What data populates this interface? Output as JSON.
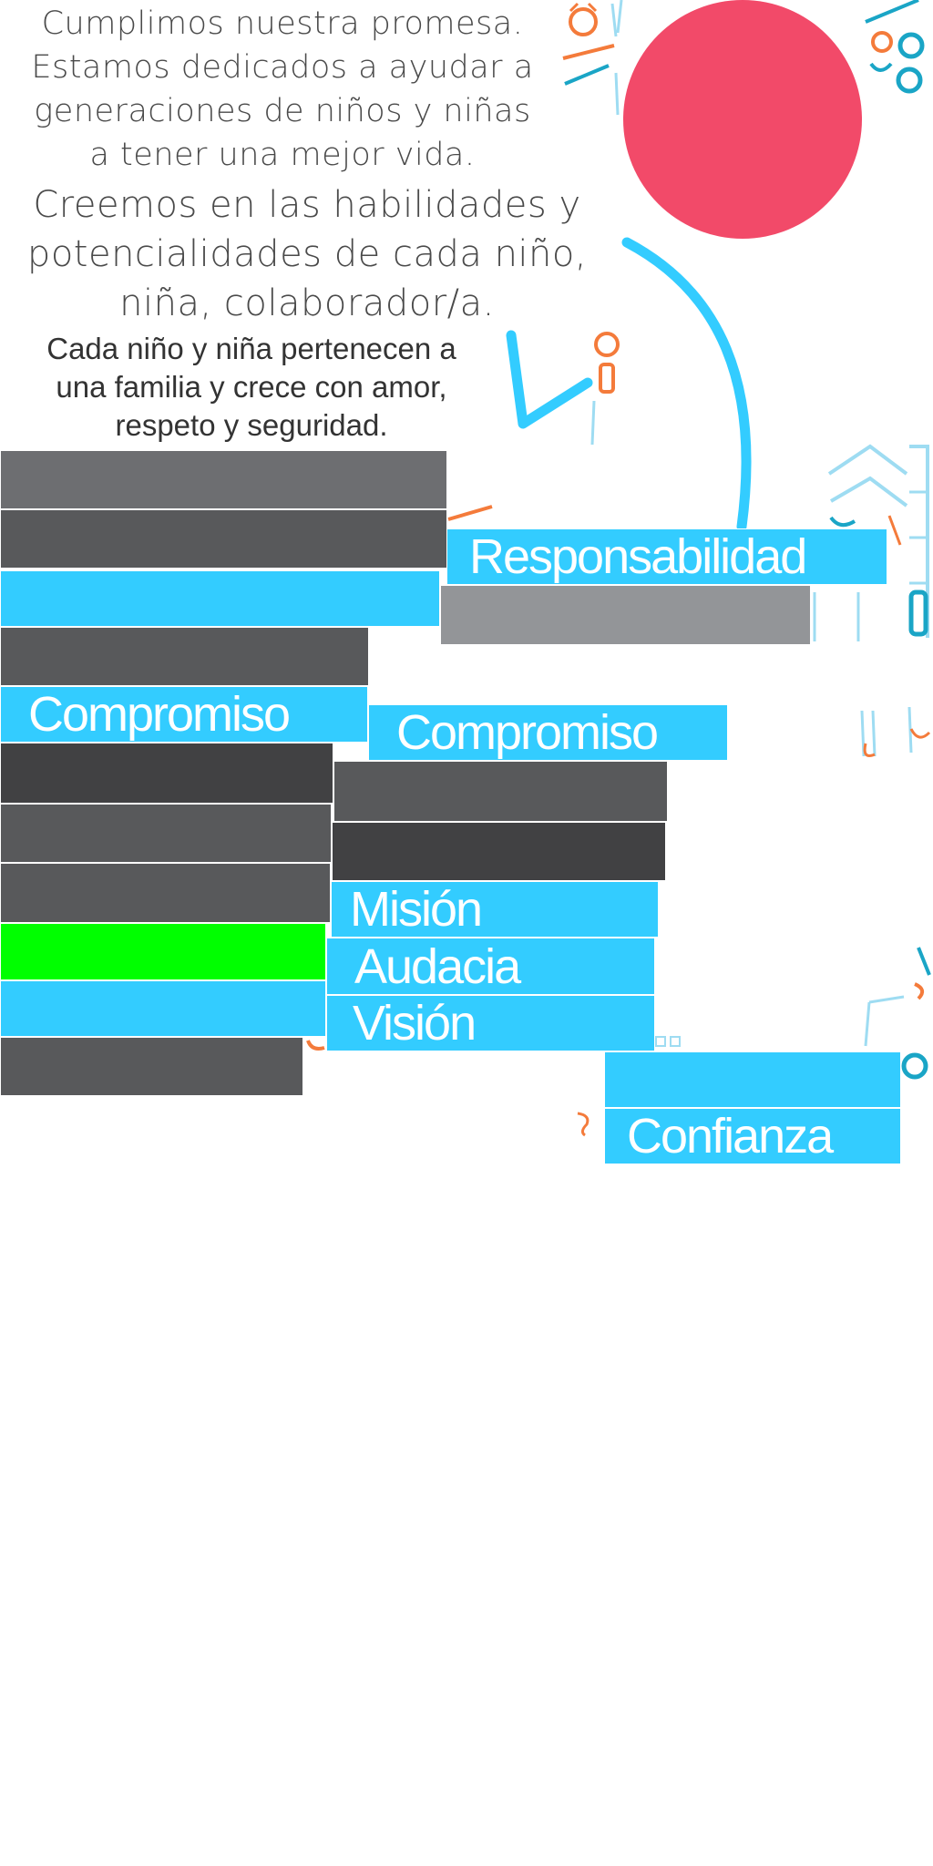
{
  "intro": {
    "line1": "Cumplimos nuestra promesa.",
    "line2": "Estamos dedicados a ayudar a",
    "line3": "generaciones de niños y niñas",
    "line4": "a tener una mejor vida."
  },
  "beliefs": {
    "line1": "Creemos en las habilidades y",
    "line2": "potencialidades de cada niño,",
    "line3": "niña, colaborador/a."
  },
  "family": {
    "line1": "Cada niño y niña pertenecen a",
    "line2": "una familia y crece con amor,",
    "line3": "respeto y seguridad."
  },
  "values": {
    "responsabilidad": "Responsabilidad",
    "compromiso_left": "Compromiso",
    "compromiso_right": "Compromiso",
    "mision": "Misión",
    "audacia": "Audacia",
    "vision": "Visión",
    "confianza": "Confianza"
  },
  "colors": {
    "cyan": "#33ccff",
    "dark_gray": "#58595b",
    "darker_gray": "#414143",
    "mid_gray": "#6d6e71",
    "light_gray": "#939598",
    "green": "#00ff00",
    "pink": "#f24a69",
    "orange": "#f47b3b",
    "teal": "#1aa5c6"
  },
  "icons": {
    "sun": "pink-circle",
    "checkmark": "check-icon",
    "figures": "child-figure-icon"
  }
}
